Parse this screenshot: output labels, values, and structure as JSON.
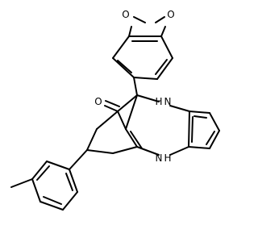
{
  "molecule": {
    "atoms": {
      "o_dioxole_left": "O",
      "o_dioxole_right": "O",
      "o_ketone": "O",
      "n_top": "H",
      "n_top_h": "N",
      "n_bottom": "N",
      "n_bottom_h": "H"
    }
  },
  "colors": {
    "bond": "#000000",
    "label": "#000000",
    "background": "#ffffff"
  }
}
